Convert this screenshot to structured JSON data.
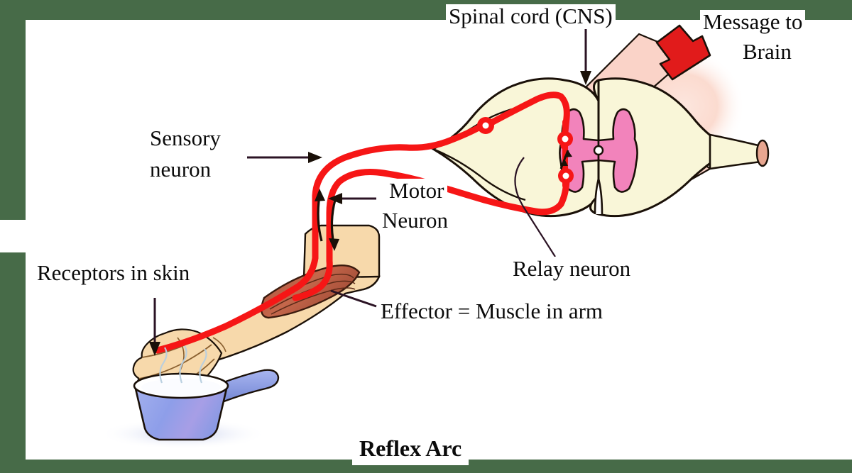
{
  "figure": {
    "title": "Reflex Arc",
    "type": "biology-diagram",
    "subject": "reflex arc / withdrawal reflex"
  },
  "frame": {
    "border_color": "#476b48",
    "panel_color": "#ffffff"
  },
  "labels": {
    "spinal_cord": "Spinal cord (CNS)",
    "message_to_brain_line1": "Message to",
    "message_to_brain_line2": "Brain",
    "sensory_neuron_line1": "Sensory",
    "sensory_neuron_line2": "neuron",
    "motor_neuron_line1": "Motor",
    "motor_neuron_line2": "Neuron",
    "relay_neuron": "Relay neuron",
    "receptors_in_skin": "Receptors in skin",
    "effector": "Effector = Muscle in arm"
  },
  "colors": {
    "nerve_red": "#f61616",
    "white_matter": "#f9f6d8",
    "grey_matter": "#f283bb",
    "grey_matter_light": "#f7a9cf",
    "ascending_tract": "#fad3c8",
    "skin": "#f7d9ab",
    "muscle": "#b4593f",
    "pan_blue": "#8f9fe8",
    "pan_handle": "#7b8dd8",
    "outline": "#1a1008",
    "arrow_red": "#e11b1b",
    "leader_line": "#2b1324",
    "text": "#0b0b0b",
    "background_green": "#476b48"
  },
  "elements": {
    "ascending_arrow": "arrow-up-right-red",
    "spinal_cord_pointer": "arrow-down",
    "receptor_pointer": "arrow-down",
    "sensory_pointer": "arrow-right",
    "motor_pointer": "arrow-left",
    "impulse_up_arrow": "arrow-up-curved",
    "impulse_down_arrow": "arrow-down-curved",
    "relay_arrow": "arrow-up-small",
    "ganglion": "dorsal-root-ganglion-cell-body",
    "relay_cell_bodies": 3,
    "central_canal": "central-canal-dot",
    "hand": "hand-over-hot-pan",
    "pan": "saucepan-with-steam",
    "muscle": "biceps-muscle-spindle"
  }
}
